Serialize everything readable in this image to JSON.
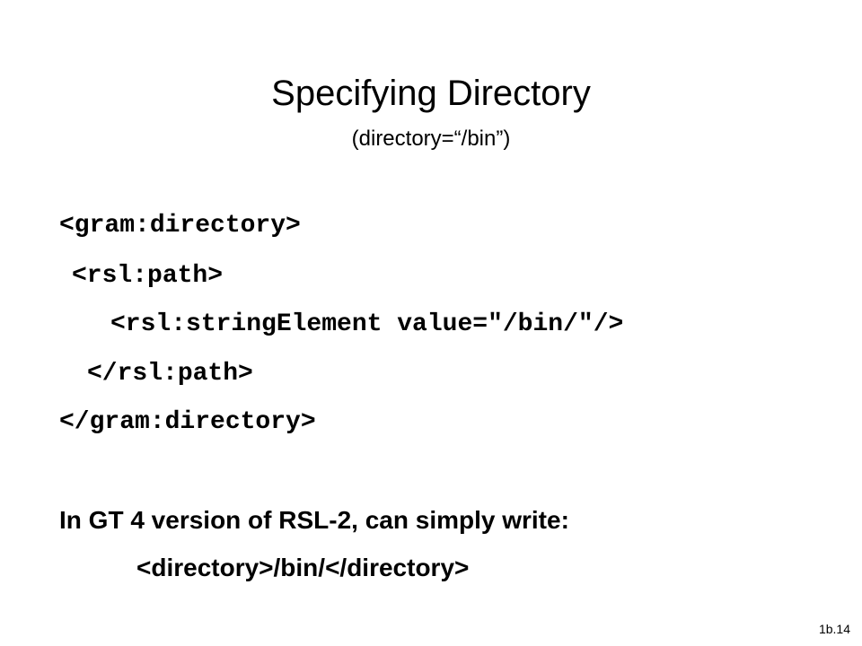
{
  "slide": {
    "title": "Specifying Directory",
    "subtitle": "(directory=“/bin”)",
    "code_lines": [
      "<gram:directory>",
      "<rsl:path>",
      "<rsl:stringElement value=\"/bin/\"/>",
      "</rsl:path>",
      "</gram:directory>"
    ],
    "note": "In GT 4 version of RSL-2, can simply write:",
    "example": "<directory>/bin/</directory>",
    "slide_number": "1b.14"
  }
}
